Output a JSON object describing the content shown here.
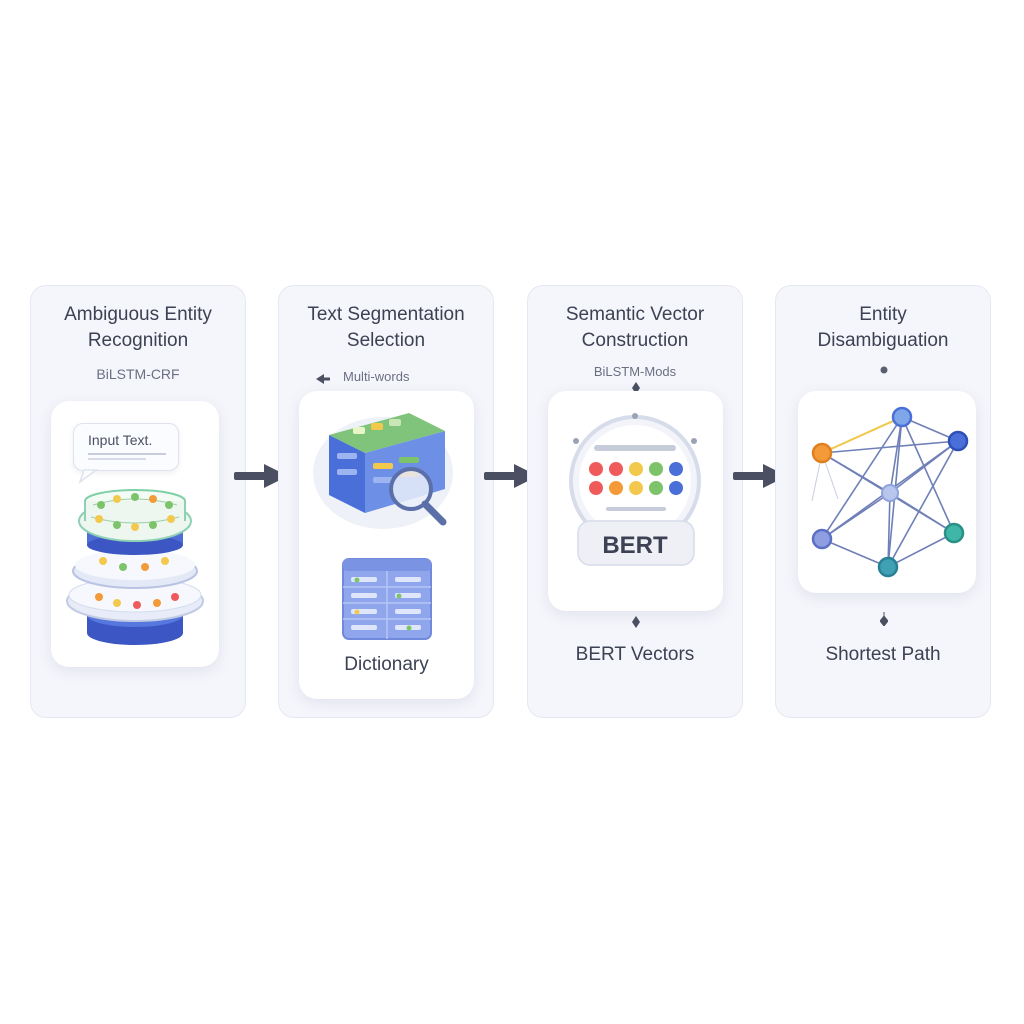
{
  "steps": [
    {
      "title_line1": "Ambiguous Entity",
      "title_line2": "Recognition",
      "subtitle": "BiLSTM-CRF",
      "input_text": "Input Text."
    },
    {
      "title_line1": "Text Segmentation",
      "title_line2": "Selection",
      "subtitle": "Multi-words",
      "bottom_label": "Dictionary"
    },
    {
      "title_line1": "Semantic Vector",
      "title_line2": "Construction",
      "subtitle": "BiLSTM-Mods",
      "model_label": "BERT",
      "bottom_label": "BERT Vectors"
    },
    {
      "title_line1": "Entity",
      "title_line2": "Disambiguation",
      "bottom_label": "Shortest Path"
    }
  ],
  "colors": {
    "panel_bg": "#f5f6fb",
    "arrow": "#4a4f62",
    "blue": "#4a6fd8",
    "green": "#7cc36a",
    "yellow": "#f2c94c",
    "orange": "#f29b38",
    "red": "#ef5b5b",
    "teal": "#3fb6a8"
  },
  "icons": [
    "chat-bubble-icon",
    "layered-disk-stack-icon",
    "data-cube-icon",
    "magnifier-icon",
    "dictionary-grid-icon",
    "bert-badge-icon",
    "knowledge-graph-icon",
    "arrow-right-icon"
  ]
}
